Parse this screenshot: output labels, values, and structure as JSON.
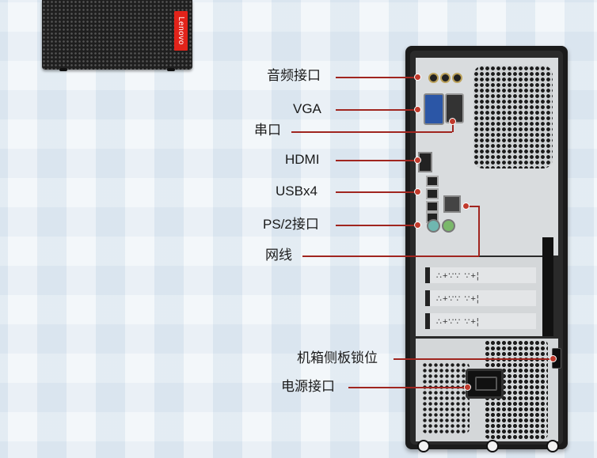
{
  "brand": {
    "logo_text": "Lenovo",
    "accent_color": "#e2231a"
  },
  "callouts": {
    "audio": "音频接口",
    "vga": "VGA",
    "serial": "串口",
    "hdmi": "HDMI",
    "usb": "USBx4",
    "ps2": "PS/2接口",
    "lan": "网线",
    "lock": "机箱侧板锁位",
    "power": "电源接口"
  },
  "expansion_slot_marks": [
    "∴+∵∵ ∵+¦",
    "∴+∵∵ ∵+¦",
    "∴+∵∵ ∵+¦"
  ],
  "colors": {
    "leader_line": "#a0251f",
    "background": "#e5eef5",
    "chassis": "#1b1b1b"
  }
}
